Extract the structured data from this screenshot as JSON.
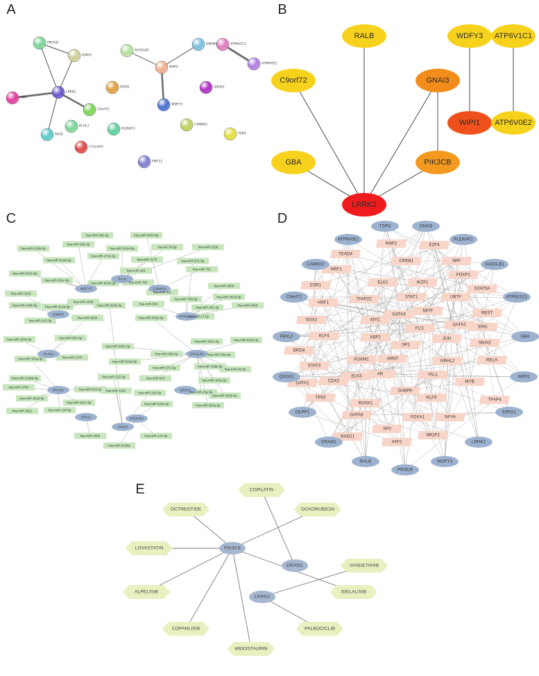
{
  "panels": {
    "A": {
      "label": "A",
      "nodes": [
        {
          "id": "PIK3CB",
          "color": "#7fd49a"
        },
        {
          "id": "GNAI3",
          "color": "#cfcf9a"
        },
        {
          "id": "GBA",
          "color": "#e040a0"
        },
        {
          "id": "LRRK2",
          "color": "#6a5acd"
        },
        {
          "id": "C9orf72",
          "color": "#7fd45a"
        },
        {
          "id": "KLHL3",
          "color": "#7fd49a"
        },
        {
          "id": "RALB",
          "color": "#5fc9c9"
        },
        {
          "id": "C15orf10",
          "color": "#e04a4a"
        },
        {
          "id": "SH3GLB1",
          "color": "#b8e0a0"
        },
        {
          "id": "WIPI1",
          "color": "#f0b090"
        },
        {
          "id": "DRAM1",
          "color": "#7fbfe0"
        },
        {
          "id": "EPAS1",
          "color": "#e0a040"
        },
        {
          "id": "WDFY3",
          "color": "#4a70d0"
        },
        {
          "id": "PLEKHF1",
          "color": "#5fd0a0"
        },
        {
          "id": "CAMKK2",
          "color": "#c0d060"
        },
        {
          "id": "PIKFL2",
          "color": "#8080d0"
        },
        {
          "id": "ATP6V1C1",
          "color": "#e080c0"
        },
        {
          "id": "ATP6V0E2",
          "color": "#b080e0"
        },
        {
          "id": "QSOX1",
          "color": "#b030c0"
        },
        {
          "id": "TSPO",
          "color": "#e0e040"
        }
      ],
      "edges": [
        {
          "a": "PIK3CB",
          "b": "LRRK2"
        },
        {
          "a": "PIK3CB",
          "b": "GNAI3"
        },
        {
          "a": "GNAI3",
          "b": "LRRK2"
        },
        {
          "a": "GBA",
          "b": "LRRK2"
        },
        {
          "a": "LRRK2",
          "b": "C9orf72"
        },
        {
          "a": "LRRK2",
          "b": "RALB"
        },
        {
          "a": "SH3GLB1",
          "b": "WIPI1"
        },
        {
          "a": "DRAM1",
          "b": "WIPI1"
        },
        {
          "a": "WIPI1",
          "b": "WDFY3"
        },
        {
          "a": "ATP6V1C1",
          "b": "ATP6V0E2"
        }
      ]
    },
    "B": {
      "label": "B",
      "nodes": [
        {
          "id": "RALB",
          "color": "#f7d21c"
        },
        {
          "id": "WDFY3",
          "color": "#f7d21c"
        },
        {
          "id": "ATP6V1C1",
          "color": "#f7d21c"
        },
        {
          "id": "C9orf72",
          "color": "#f7d21c"
        },
        {
          "id": "GNAI3",
          "color": "#f28c1a"
        },
        {
          "id": "WIPI1",
          "color": "#f0511c"
        },
        {
          "id": "ATP6V0E2",
          "color": "#f7d21c"
        },
        {
          "id": "GBA",
          "color": "#f7d21c"
        },
        {
          "id": "PIK3CB",
          "color": "#f39a1e"
        },
        {
          "id": "LRRK2",
          "color": "#ee1c1c"
        }
      ],
      "edges": [
        {
          "a": "RALB",
          "b": "LRRK2"
        },
        {
          "a": "C9orf72",
          "b": "LRRK2"
        },
        {
          "a": "GNAI3",
          "b": "LRRK2"
        },
        {
          "a": "GNAI3",
          "b": "PIK3CB"
        },
        {
          "a": "GBA",
          "b": "LRRK2"
        },
        {
          "a": "PIK3CB",
          "b": "LRRK2"
        },
        {
          "a": "WDFY3",
          "b": "WIPI1"
        },
        {
          "a": "ATP6V1C1",
          "b": "ATP6V0E2"
        }
      ]
    },
    "C": {
      "label": "C",
      "genes": [
        "WDFY3",
        "RALB",
        "CAMKK2",
        "C9orf72",
        "ATP6V1C1",
        "KLHL3",
        "SH3GLB1",
        "DRAM1",
        "QSOX1",
        "PLEKHF1",
        "EPAS1",
        "GNAI3"
      ],
      "mirnas": [
        "hsa-miR-330-3p",
        "hsa-miR-3064-5p",
        "hsa-miR-519b-5p",
        "hsa-miR-19a-3p",
        "hsa-miR-3194-5p",
        "hsa-let-7b-5p",
        "hsa-miR-133b",
        "hsa-miR-518d-5p",
        "hsa-miR-4726-5p",
        "hsa-miR-3179",
        "hsa-miR-671-5p",
        "hsa-miR-519c-5p",
        "hsa-miR-520c-5p",
        "hsa-miR-6076-3p",
        "hsa-miR-429",
        "hsa-miR-761",
        "hsa-miR-760",
        "hsa-miR-421",
        "hsa-miR-769-5p",
        "hsa-miR-4500",
        "hsa-miR-3163",
        "hsa-miR-4428",
        "hsa-miR-3619-5p",
        "hsa-miR-148b-5p",
        "hsa-miR-513a-5p",
        "hsa-miR-519b-3p",
        "hsa-miR-934",
        "hsa-miR-4458",
        "hsa-miR-362-3p",
        "hsa-miR-142-3p",
        "hsa-miR-520h",
        "hsa-miR-302d-3p",
        "hsa-miR-17-5p",
        "hsa-miR-302c-3p",
        "hsa-miR-520d-3p",
        "hsa-miR-181b-5p",
        "hsa-miR-654-3p",
        "hsa-miR-520c-3p",
        "hsa-miR-519d-3p",
        "hsa-miR-29a-3p",
        "hsa-miR-28b-5p",
        "hsa-miR-373-3p",
        "hsa-miR-93-5p",
        "hsa-miR-106b-5p",
        "hsa-miR-181a-5p",
        "hsa-miR-1276",
        "hsa-miR-222-3p",
        "hsa-miR-543",
        "hsa-miR-106a-5p",
        "hsa-miR-3158b-3p",
        "hsa-miR-524-5p",
        "hsa-miR-20a-5p",
        "hsa-miR-302b-3p",
        "hsa-miR-4784",
        "hsa-miR-181c-5p",
        "hsa-miR-1193",
        "hsa-miR-129-5p",
        "hsa-miR-181d-5p",
        "hsa-miR-520a-3p",
        "hsa-miR-302a-3p",
        "hsa-miR-3612",
        "hsa-miR-139-5p",
        "hsa-miR-4306",
        "hsa-miR-124-3p",
        "hsa-miR-4436a"
      ],
      "edges": [
        [
          "WDFY3",
          "hsa-miR-19a-3p"
        ],
        [
          "WDFY3",
          "hsa-miR-519b-5p"
        ],
        [
          "WDFY3",
          "hsa-miR-518d-5p"
        ],
        [
          "WDFY3",
          "hsa-miR-519c-5p"
        ],
        [
          "WDFY3",
          "hsa-miR-520c-5p"
        ],
        [
          "WDFY3",
          "hsa-miR-6076-3p"
        ],
        [
          "WDFY3",
          "hsa-miR-4726-5p"
        ],
        [
          "RALB",
          "hsa-miR-3194-5p"
        ],
        [
          "RALB",
          "hsa-let-7b-5p"
        ],
        [
          "RALB",
          "hsa-miR-3179"
        ],
        [
          "RALB",
          "hsa-miR-429"
        ],
        [
          "RALB",
          "hsa-miR-760"
        ],
        [
          "RALB",
          "hsa-miR-133b"
        ],
        [
          "CAMKK2",
          "hsa-miR-761"
        ],
        [
          "CAMKK2",
          "hsa-miR-421"
        ],
        [
          "CAMKK2",
          "hsa-miR-3064-5p"
        ],
        [
          "C9orf72",
          "hsa-miR-3163"
        ],
        [
          "C9orf72",
          "hsa-miR-148b-5p"
        ],
        [
          "C9orf72",
          "hsa-miR-513a-5p"
        ],
        [
          "C9orf72",
          "hsa-miR-142-3p"
        ],
        [
          "C9orf72",
          "hsa-miR-4428"
        ],
        [
          "ATP6V1C1",
          "hsa-miR-769-5p"
        ],
        [
          "ATP6V1C1",
          "hsa-miR-934"
        ],
        [
          "ATP6V1C1",
          "hsa-miR-362-3p"
        ],
        [
          "ATP6V1C1",
          "hsa-miR-4500"
        ],
        [
          "ATP6V1C1",
          "hsa-miR-3619-5p"
        ],
        [
          "ATP6V1C1",
          "hsa-miR-4458"
        ],
        [
          "ATP6V1C1",
          "hsa-miR-17-5p"
        ],
        [
          "ATP6V1C1",
          "hsa-miR-671-5p"
        ],
        [
          "KLHL3",
          "hsa-miR-181b-5p"
        ],
        [
          "KLHL3",
          "hsa-miR-654-3p"
        ],
        [
          "KLHL3",
          "hsa-miR-520h"
        ],
        [
          "KLHL3",
          "hsa-miR-1276"
        ],
        [
          "SH3GLB1",
          "hsa-miR-302d-3p"
        ],
        [
          "SH3GLB1",
          "hsa-miR-302c-3p"
        ],
        [
          "SH3GLB1",
          "hsa-miR-520d-3p"
        ],
        [
          "SH3GLB1",
          "hsa-miR-29a-3p"
        ],
        [
          "SH3GLB1",
          "hsa-miR-28b-5p"
        ],
        [
          "SH3GLB1",
          "hsa-miR-373-3p"
        ],
        [
          "SH3GLB1",
          "hsa-miR-93-5p"
        ],
        [
          "SH3GLB1",
          "hsa-miR-106b-5p"
        ],
        [
          "SH3GLB1",
          "hsa-miR-106a-5p"
        ],
        [
          "SH3GLB1",
          "hsa-miR-543"
        ],
        [
          "SH3GLB1",
          "hsa-miR-20a-5p"
        ],
        [
          "SH3GLB1",
          "hsa-miR-302b-3p"
        ],
        [
          "SH3GLB1",
          "hsa-miR-302a-3p"
        ],
        [
          "SH3GLB1",
          "hsa-miR-520c-3p"
        ],
        [
          "SH3GLB1",
          "hsa-miR-519d-3p"
        ],
        [
          "DRAM1",
          "hsa-miR-181a-5p"
        ],
        [
          "DRAM1",
          "hsa-miR-3158b-3p"
        ],
        [
          "DRAM1",
          "hsa-miR-4784"
        ],
        [
          "DRAM1",
          "hsa-miR-181c-5p"
        ],
        [
          "DRAM1",
          "hsa-miR-181d-5p"
        ],
        [
          "DRAM1",
          "hsa-miR-3612"
        ],
        [
          "DRAM1",
          "hsa-miR-139-5p"
        ],
        [
          "DRAM1",
          "hsa-miR-524-5p"
        ],
        [
          "QSOX1",
          "hsa-miR-20a-5p"
        ],
        [
          "PLEKHF1",
          "hsa-miR-124-3p"
        ],
        [
          "EPAS1",
          "hsa-miR-4306"
        ],
        [
          "GNAI3",
          "hsa-miR-1193"
        ],
        [
          "GNAI3",
          "hsa-miR-222-3p"
        ],
        [
          "GNAI3",
          "hsa-miR-520a-3p"
        ],
        [
          "GNAI3",
          "hsa-miR-129-5p"
        ],
        [
          "GNAI3",
          "hsa-miR-519b-3p"
        ],
        [
          "PLEKHF1",
          "hsa-miR-4436a"
        ]
      ]
    },
    "D": {
      "label": "D",
      "genes": [
        "TSPO",
        "GNAI3",
        "ATP6V0E2",
        "PLEKHF1",
        "CAMKK2",
        "SH3GLB1",
        "C9orf72",
        "ATP6V1C1",
        "FBXL2",
        "GBA",
        "QSOX1",
        "WIPI1",
        "DEPP1",
        "EPAS1",
        "DRAM1",
        "LRRK2",
        "RALB",
        "PIK3CB",
        "WDFY3"
      ],
      "tfs": [
        "RNF2",
        "E2F4",
        "TEAD4",
        "CREB1",
        "SRF",
        "NRF1",
        "FOXP1",
        "ELK1",
        "IKZF1",
        "ESR1",
        "STAT5A",
        "TFAP2C",
        "STAT1",
        "UBTF",
        "HSF1",
        "MITF",
        "REST",
        "SOX2",
        "GATA3",
        "MYC",
        "GATA2",
        "ERG",
        "KLF4",
        "FLI1",
        "SNAI2",
        "BRD4",
        "XBP1",
        "JUN",
        "STAT3",
        "SP1",
        "FOXM1",
        "ARNT",
        "GRHL2",
        "RELA",
        "GATA1",
        "AR",
        "TAL1",
        "CDX2",
        "ELK3",
        "GABPA",
        "MYB",
        "TFAP4",
        "TP53",
        "RUNX1",
        "KLF9",
        "GATA6",
        "FOXA1",
        "NFYA",
        "SP2",
        "NR2F2",
        "RAD21",
        "ATF2"
      ]
    },
    "E": {
      "label": "E",
      "genes": [
        "PIK3CB",
        "DRAM1",
        "LRRK2"
      ],
      "drugs": [
        "CISPLATIN",
        "OCTREOTIDE",
        "DOXORUBICIN",
        "LOVASTATIN",
        "VANDETANIB",
        "ALPELISIB",
        "IDELALISIB",
        "COPANLISIB",
        "PALBOCICLIB",
        "MIDOSTAURIN"
      ],
      "edges": [
        [
          "PIK3CB",
          "OCTREOTIDE"
        ],
        [
          "PIK3CB",
          "DOXORUBICIN"
        ],
        [
          "PIK3CB",
          "LOVASTATIN"
        ],
        [
          "PIK3CB",
          "ALPELISIB"
        ],
        [
          "PIK3CB",
          "IDELALISIB"
        ],
        [
          "PIK3CB",
          "COPANLISIB"
        ],
        [
          "PIK3CB",
          "MIDOSTAURIN"
        ],
        [
          "DRAM1",
          "CISPLATIN"
        ],
        [
          "LRRK2",
          "VANDETANIB"
        ],
        [
          "LRRK2",
          "PALBOCICLIB"
        ]
      ]
    }
  },
  "colors": {
    "c_gene": "#9db2cf",
    "c_mirna": "#c7e6bd",
    "d_gene": "#9db2cf",
    "d_tf": "#f8d5c8",
    "e_gene": "#a7b7d2",
    "e_drug": "#e8f0c0",
    "edge": "#8a8a8a"
  }
}
